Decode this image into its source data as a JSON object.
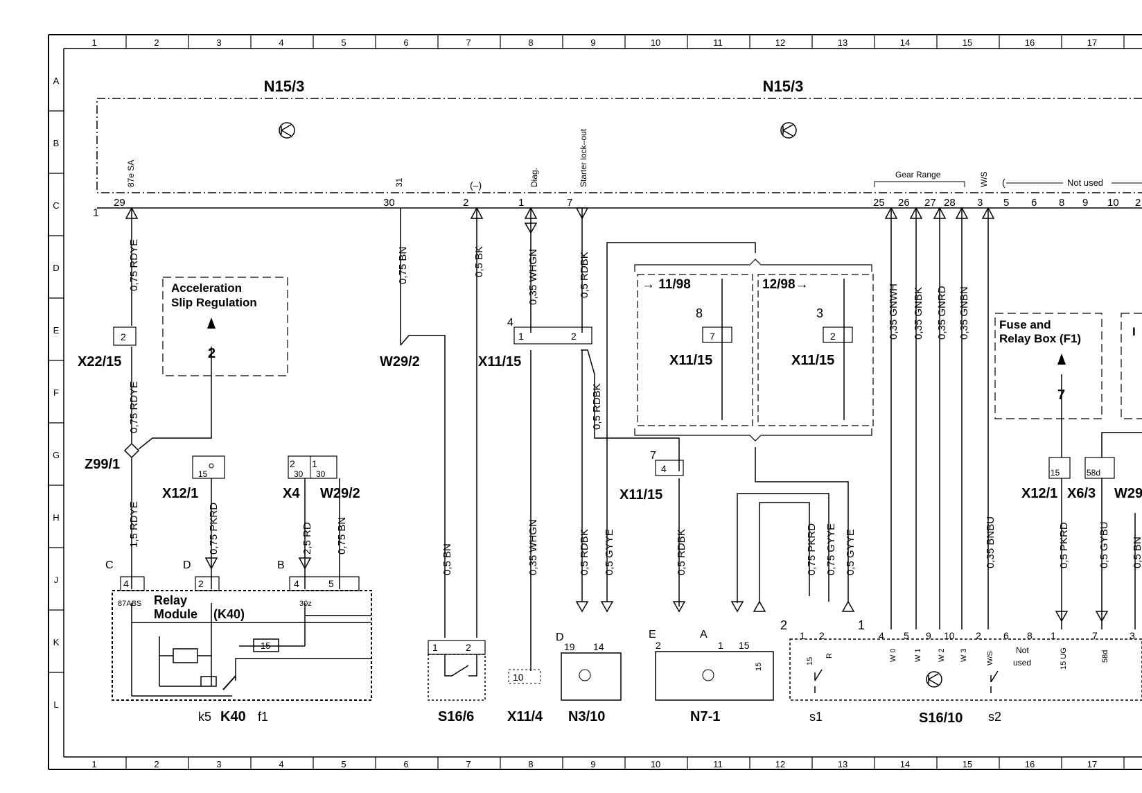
{
  "frame": {
    "columns": [
      "1",
      "2",
      "3",
      "4",
      "5",
      "6",
      "7",
      "8",
      "9",
      "10",
      "11",
      "12",
      "13",
      "14",
      "15",
      "16",
      "17"
    ],
    "rows": [
      "A",
      "B",
      "C",
      "D",
      "E",
      "F",
      "G",
      "H",
      "J",
      "K",
      "L"
    ]
  },
  "components": {
    "n15_3_left": "N15/3",
    "n15_3_right": "N15/3",
    "x22_15": "X22/15",
    "z99_1": "Z99/1",
    "x12_1_left": "X12/1",
    "x4": "X4",
    "w29_2_g": "W29/2",
    "w29_2_e": "W29/2",
    "x11_15_e": "X11/15",
    "x11_15_inset_a": "X11/15",
    "x11_15_inset_b": "X11/15",
    "x11_15_g": "X11/15",
    "k40": "K40",
    "k5": "k5",
    "f1_label": "f1",
    "s16_6": "S16/6",
    "x11_4": "X11/4",
    "n3_10": "N3/10",
    "n7_1": "N7-1",
    "s16_10": "S16/10",
    "s1": "s1",
    "s2": "s2",
    "x12_1_right": "X12/1",
    "x6_3": "X6/3",
    "w29_cut": "W29"
  },
  "boxes": {
    "asr_line1": "Acceleration",
    "asr_line2": "Slip Regulation",
    "asr_ref": "2",
    "fuse_line1": "Fuse and",
    "fuse_line2": "Relay Box (F1)",
    "fuse_ref": "7",
    "relay_line1": "Relay",
    "relay_line2": "Module",
    "relay_line3": "(K40)",
    "cut_box_text": "I",
    "date_a": "→ 11/98",
    "date_b": "12/98→"
  },
  "pins": {
    "p29": "29",
    "p87e": "87e SA",
    "p30": "30",
    "p31": "31",
    "p2": "2",
    "pminus": "(–)",
    "p1": "1",
    "pdiag": "Diag.",
    "p7": "7",
    "pstart": "Starter lock–out",
    "p25": "25",
    "p26": "26",
    "p27": "27",
    "p28": "28",
    "p3": "3",
    "pws": "W/S",
    "p5": "5",
    "p6": "6",
    "p8": "8",
    "p9": "9",
    "p10": "10",
    "p2b": "2",
    "gear_range": "Gear Range",
    "not_used": "Not used",
    "conn_1": "1"
  },
  "wires": {
    "w_075_rdye": "0,75 RDYE",
    "w_075_bn": "0,75 BN",
    "w_05_bk": "0,5 BK",
    "w_035_whgn": "0,35 WHGN",
    "w_05_rdbk": "0,5 RDBK",
    "w_035_gnwh": "0,35 GNWH",
    "w_035_gnbk": "0,35 GNBK",
    "w_035_gnrd": "0,35 GNRD",
    "w_035_gnbn": "0,35 GNBN",
    "w_15_rdye": "1,5 RDYE",
    "w_075_pkrd": "0,75 PKRD",
    "w_25_rd": "2,5 RD",
    "w_075_bn_h": "0,75 BN",
    "w_05_bn": "0,5 BN",
    "w_035_whgn_h": "0,35 WHGN",
    "w_05_rdbk_h": "0,5 RDBK",
    "w_05_gyye": "0,5 GYYE",
    "w_05_rdbk_h2": "0,5 RDBK",
    "w_075_pkrd_h": "0,75 PKRD",
    "w_075_gyye": "0,75 GYYE",
    "w_05_gyye_h": "0,5 GYYE",
    "w_035_bnbu": "0,35 BNBU",
    "w_05_pkrd": "0,5 PKRD",
    "w_05_gybu": "0,5 GYBU",
    "w_05_bn_cut": "0,5 BN"
  },
  "terminals": {
    "x22_pin": "2",
    "x12_pin": "15",
    "x4_pin2": "2",
    "x4_pin30": "30",
    "x4_pin1": "1",
    "x4_pin30b": "30",
    "e_pin1": "1",
    "e_pin2": "2",
    "e_pin4": "4",
    "inset_8": "8",
    "inset_7": "7",
    "inset_3": "3",
    "inset_2": "2",
    "g_pin7": "7",
    "g_pin4": "4",
    "k40_C": "C",
    "k40_4": "4",
    "k40_87abs": "87ABS",
    "k40_D": "D",
    "k40_2": "2",
    "k40_B": "B",
    "k40_4b": "4",
    "k40_5": "5",
    "k40_30z": "30z",
    "k40_15": "15",
    "s166_1": "1",
    "s166_2": "2",
    "x114_10": "10",
    "n310_D": "D",
    "n310_19": "19",
    "n310_14": "14",
    "n71_E": "E",
    "n71_2": "2",
    "n71_A": "A",
    "n71_1": "1",
    "n71_15": "15",
    "n71_15b": "15",
    "s1610_2": "2",
    "s1610_1a": "1",
    "s1610_1": "1",
    "s1610_2b": "2",
    "s1610_4": "4",
    "s1610_5": "5",
    "s1610_9": "9",
    "s1610_10": "10",
    "s1610_2c": "2",
    "s1610_6": "6",
    "s1610_8": "8",
    "s1610_1b": "1",
    "s1610_7": "7",
    "s1610_3": "3",
    "s1610_15": "15",
    "s1610_R": "R",
    "s1610_W0": "W 0",
    "s1610_W1": "W 1",
    "s1610_W2": "W 2",
    "s1610_W3": "W 3",
    "s1610_WS": "W/S",
    "s1610_notused1": "Not",
    "s1610_notused2": "used",
    "s1610_15UG": "15 UG",
    "s1610_58d": "58d",
    "x121_15": "15",
    "x63_58d": "58d"
  }
}
